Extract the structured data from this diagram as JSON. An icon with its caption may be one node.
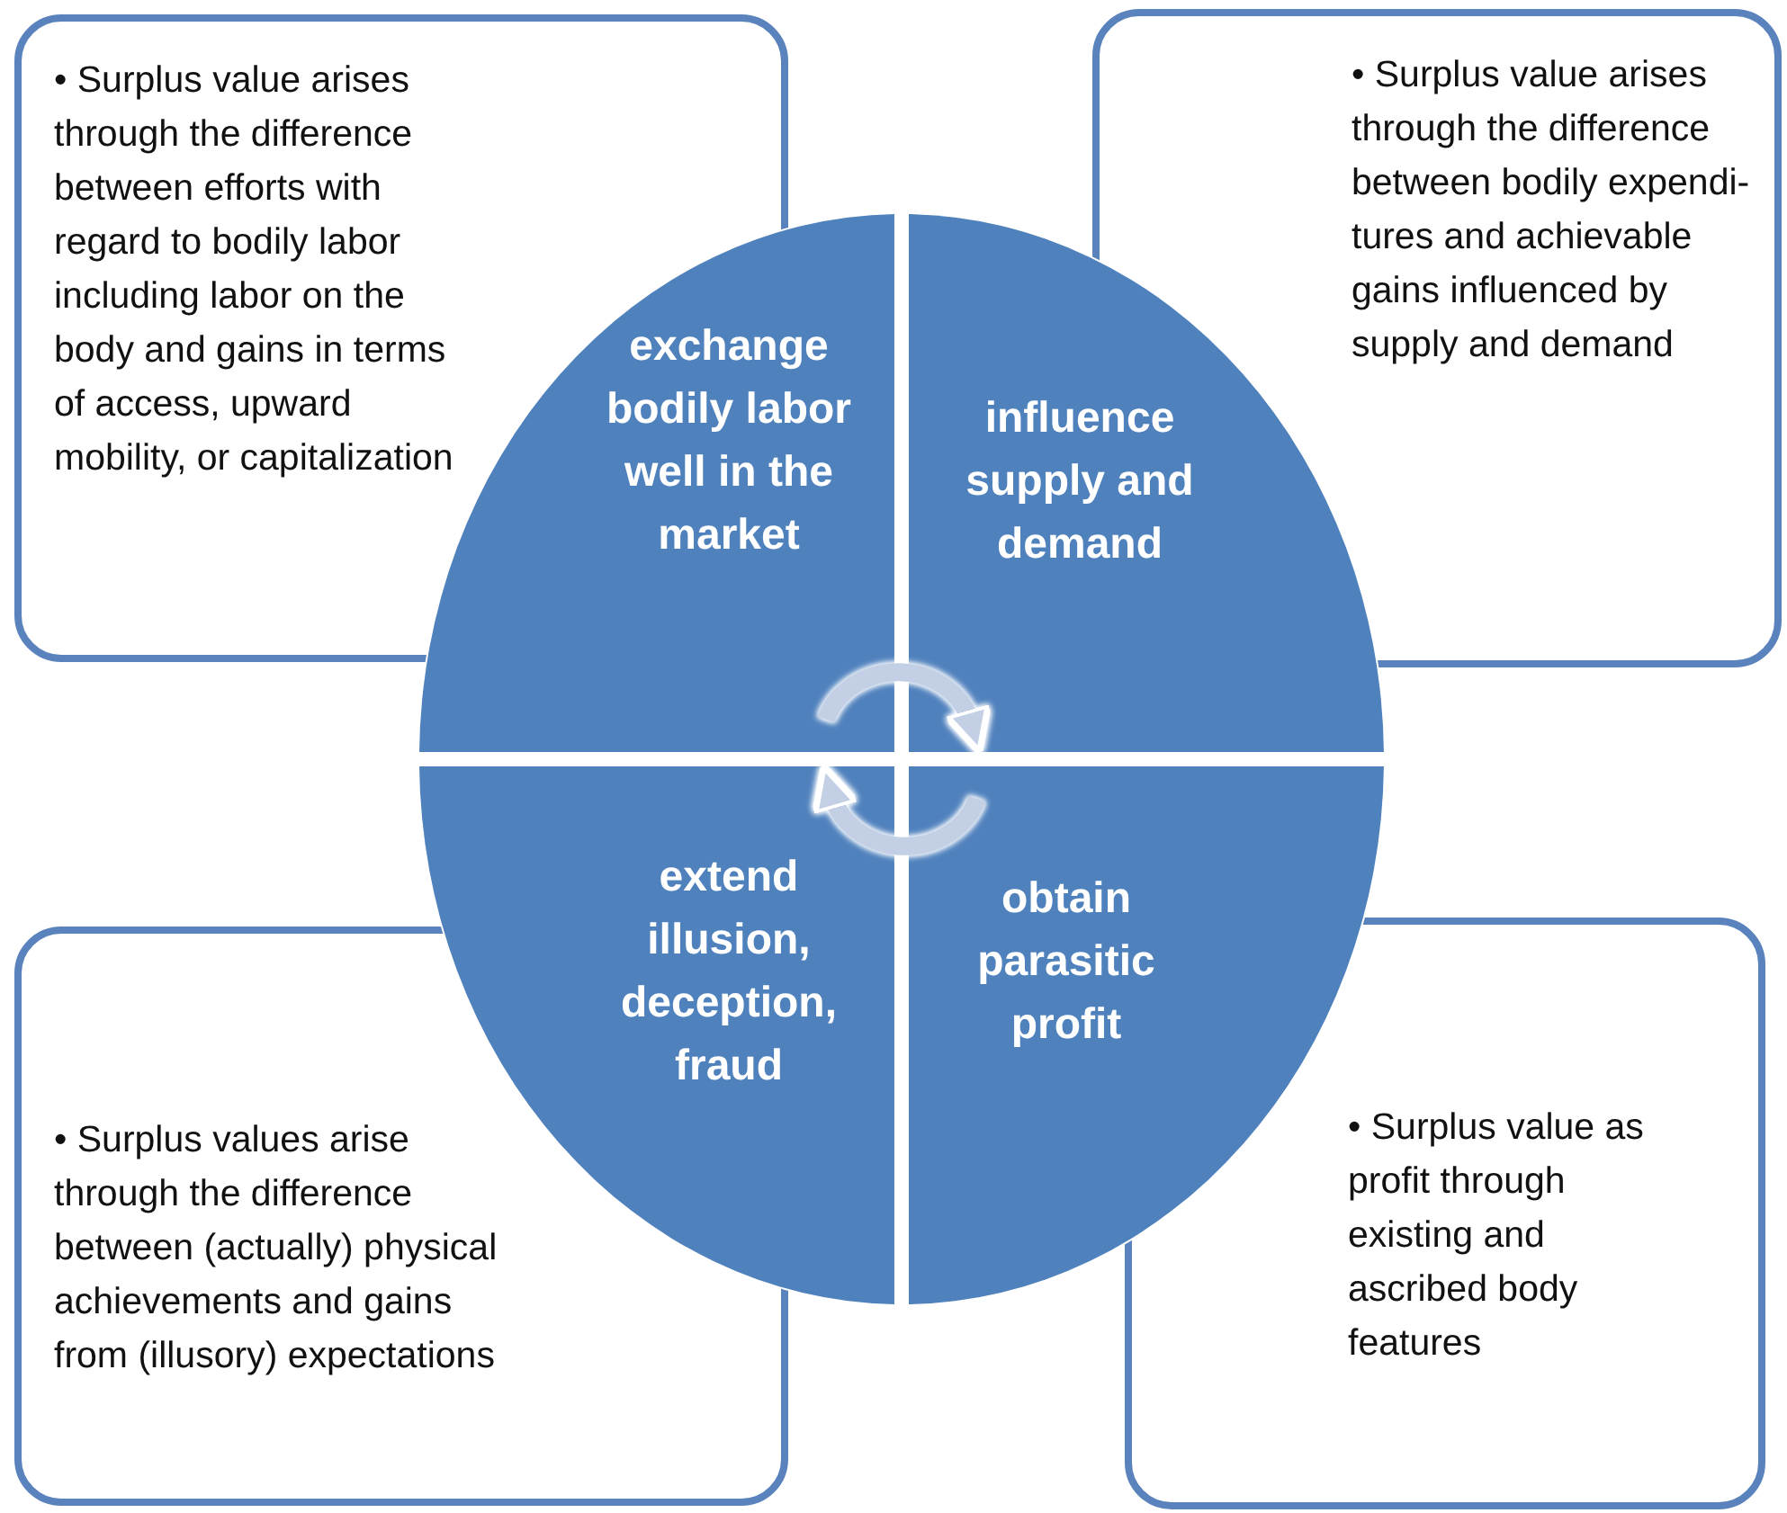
{
  "diagram": {
    "nodes": [
      {
        "text": [
          "• Surplus value arises through the difference between efforts with regard to bodily labor including labor on the body and gains in terms of access, upward mobility, or capitalization"
        ]
      },
      {
        "text": [
          "• Surplus value arises through the difference between bodily expendi- tures and achievable gains influenced by supply and demand"
        ]
      },
      {
        "text": [
          "exchange bodily labor well in the market"
        ]
      },
      {
        "text": [
          "influence supply and demand"
        ]
      },
      {
        "text": [
          "extend illusion, deception, fraud"
        ]
      },
      {
        "text": [
          "obtain parasitic profit"
        ]
      },
      {
        "text": [
          "• Surplus values arise through the difference between (actually) physical achievements and gains from (illusory) expectations"
        ]
      },
      {
        "text": [
          "• Surplus value as profit through existing and ascribed body features"
        ]
      }
    ],
    "edges": [
      {
        "from": 2,
        "to": 3,
        "arrow": "to"
      },
      {
        "from": 5,
        "to": 4,
        "arrow": "to"
      }
    ]
  }
}
